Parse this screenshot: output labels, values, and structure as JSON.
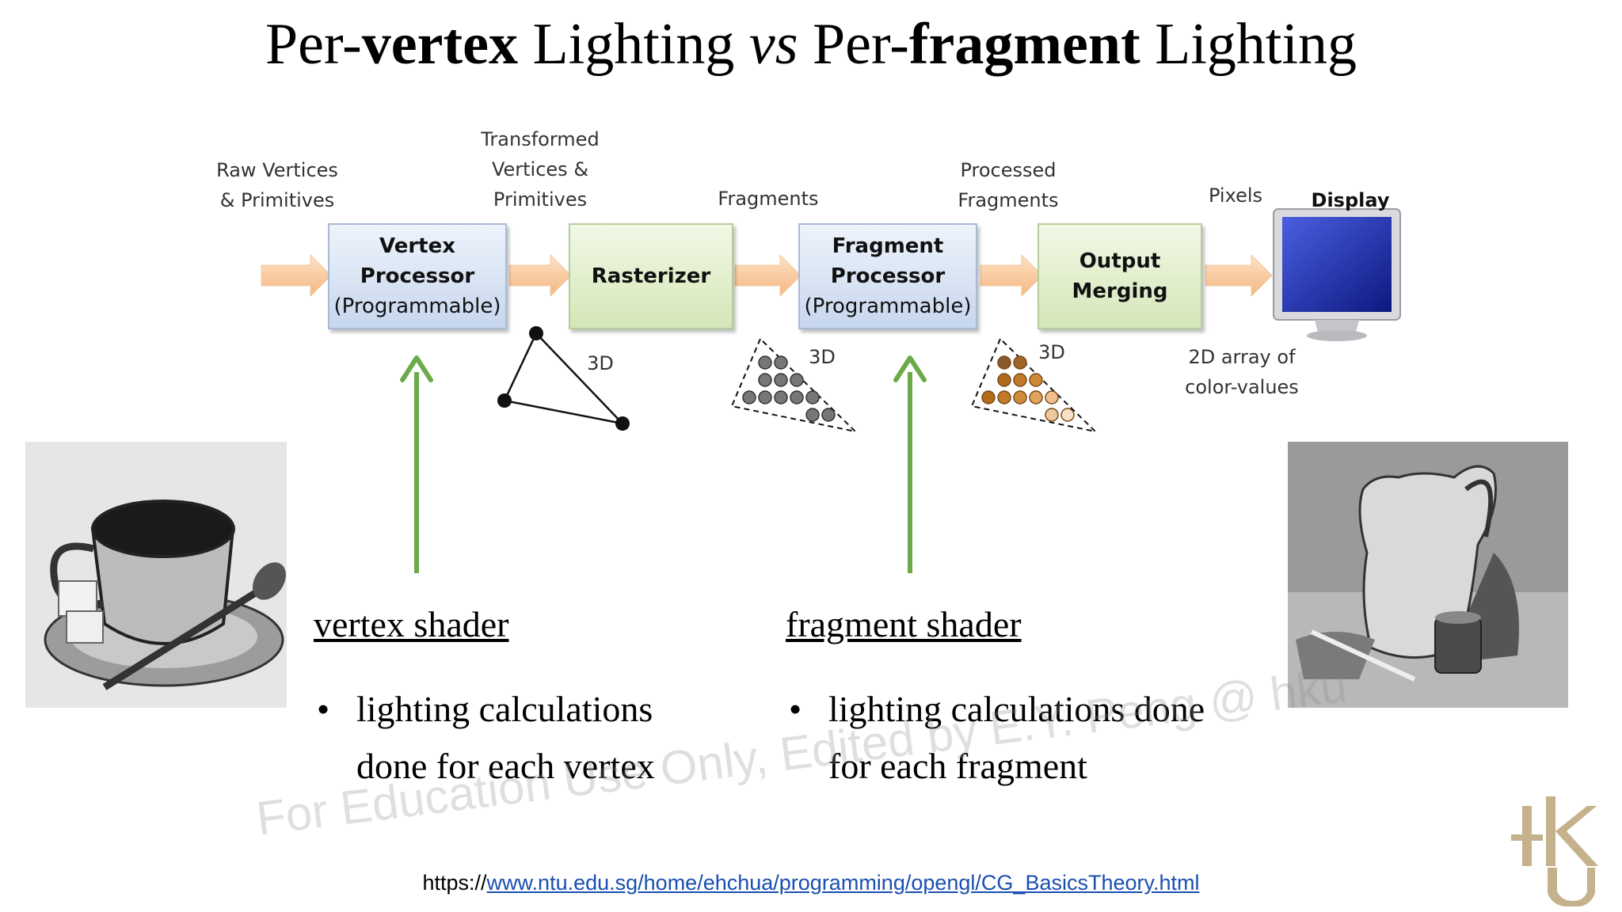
{
  "title": {
    "part1": "Per-",
    "bold1": "vertex",
    "part2": " Lighting ",
    "italic": "vs",
    "part3": " Per-",
    "bold2": "fragment",
    "part4": " Lighting"
  },
  "pipeline": {
    "labels": {
      "raw": [
        "Raw Vertices",
        "& Primitives"
      ],
      "transformed": [
        "Transformed",
        "Vertices &",
        "Primitives"
      ],
      "fragments": "Fragments",
      "processed": [
        "Processed",
        "Fragments"
      ],
      "pixels": "Pixels",
      "display": "Display",
      "array": [
        "2D array of",
        "color-values"
      ]
    },
    "boxes": {
      "vertex": [
        "Vertex",
        "Processor",
        "(Programmable)"
      ],
      "rasterizer": "Rasterizer",
      "fragment": [
        "Fragment",
        "Processor",
        "(Programmable)"
      ],
      "output": [
        "Output",
        "Merging"
      ]
    },
    "dim_labels": [
      "3D",
      "3D",
      "3D"
    ]
  },
  "left": {
    "heading": "vertex shader",
    "bullet_lines": [
      "lighting calculations",
      "done for each vertex"
    ]
  },
  "right": {
    "heading": "fragment shader",
    "bullet_lines": [
      "lighting calculations done",
      "for each fragment"
    ]
  },
  "bullet_symbol": "•",
  "watermark": "For Education Use Only, Edited by E.Y. Peng @ hku",
  "source": {
    "prefix": "https://",
    "link": "www.ntu.edu.sg/home/ehchua/programming/opengl/CG_BasicsTheory.html"
  },
  "logo_text": "HKU",
  "colors": {
    "arrow_green": "#6aaa48",
    "flow_arrow": "#fbd3a8",
    "box_blue": "#c7d7ee",
    "box_green": "#d4e7b8",
    "link_blue": "#1a4fb0",
    "logo_tan": "#c5b28d"
  }
}
